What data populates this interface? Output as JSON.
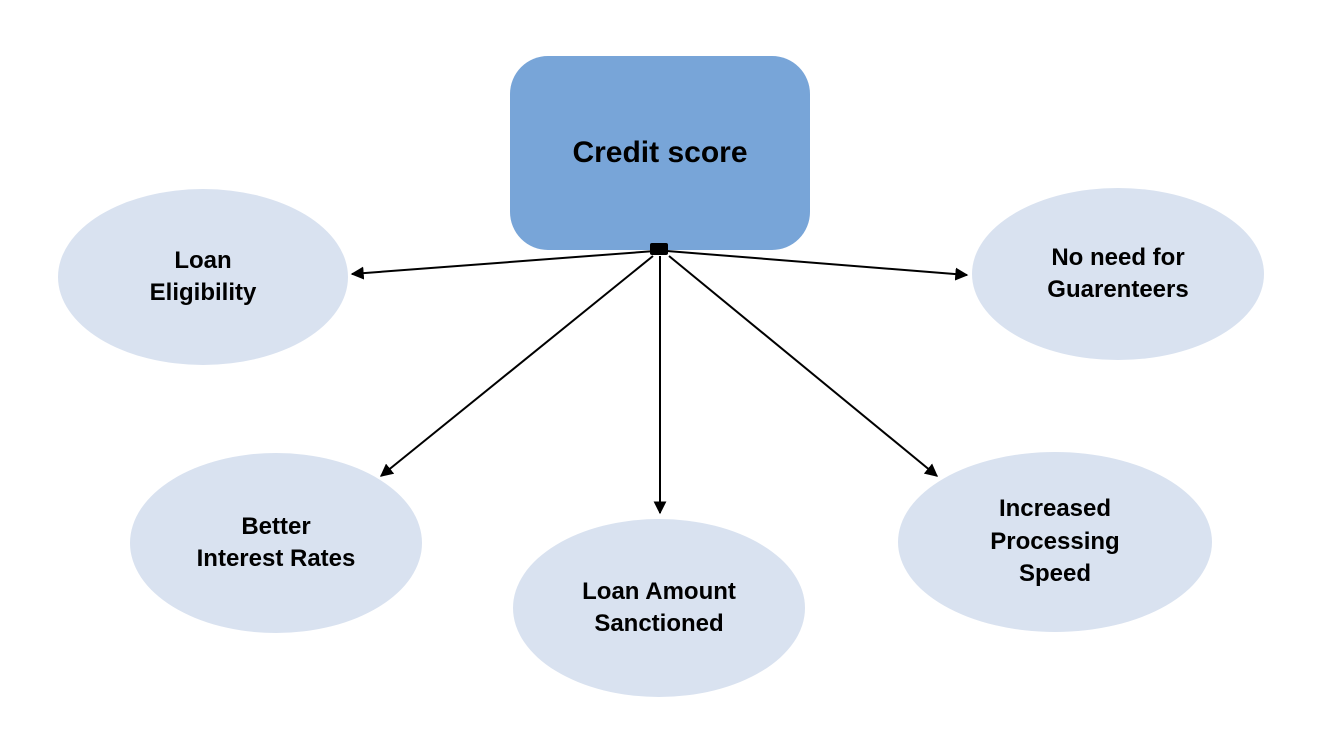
{
  "diagram": {
    "center_node": {
      "label": "Credit score"
    },
    "nodes": [
      {
        "id": "loan-eligibility",
        "label": "Loan\nEligibility"
      },
      {
        "id": "no-need-for-guarenteers",
        "label": "No need for\nGuarenteers"
      },
      {
        "id": "better-interest-rates",
        "label": "Better\nInterest Rates"
      },
      {
        "id": "loan-amount-sanctioned",
        "label": "Loan Amount\nSanctioned"
      },
      {
        "id": "increased-processing-speed",
        "label": "Increased\nProcessing\nSpeed"
      }
    ],
    "colors": {
      "center_fill": "#78a5d8",
      "node_fill": "#d9e2f0",
      "arrow": "#000000",
      "text": "#000000",
      "background": "#ffffff"
    }
  }
}
